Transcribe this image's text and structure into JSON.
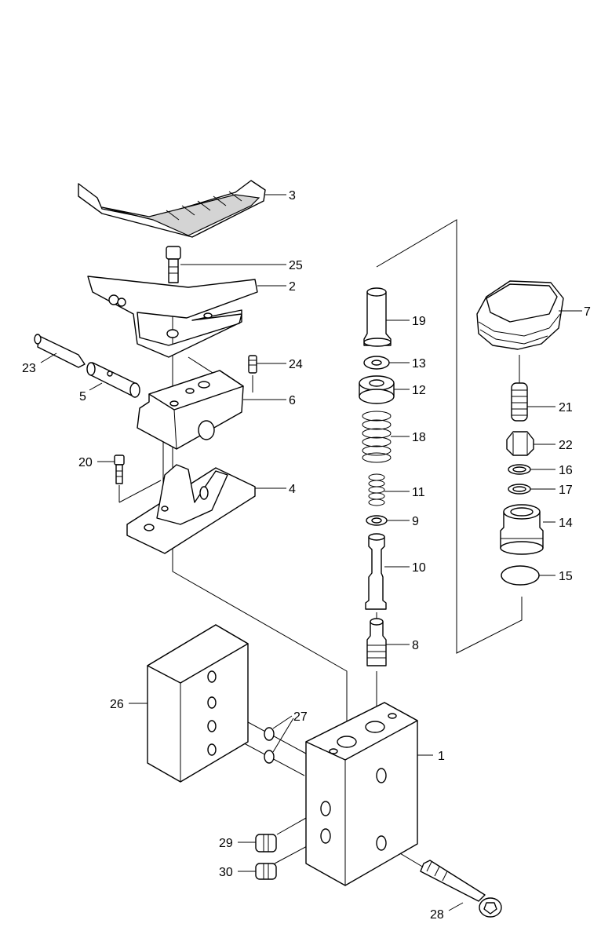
{
  "callouts": [
    {
      "id": "1",
      "text": "1"
    },
    {
      "id": "2",
      "text": "2"
    },
    {
      "id": "3",
      "text": "3"
    },
    {
      "id": "4",
      "text": "4"
    },
    {
      "id": "5",
      "text": "5"
    },
    {
      "id": "6",
      "text": "6"
    },
    {
      "id": "7",
      "text": "7"
    },
    {
      "id": "8",
      "text": "8"
    },
    {
      "id": "9",
      "text": "9"
    },
    {
      "id": "10",
      "text": "10"
    },
    {
      "id": "11",
      "text": "11"
    },
    {
      "id": "12",
      "text": "12"
    },
    {
      "id": "13",
      "text": "13"
    },
    {
      "id": "14",
      "text": "14"
    },
    {
      "id": "15",
      "text": "15"
    },
    {
      "id": "16",
      "text": "16"
    },
    {
      "id": "17",
      "text": "17"
    },
    {
      "id": "18",
      "text": "18"
    },
    {
      "id": "19",
      "text": "19"
    },
    {
      "id": "20",
      "text": "20"
    },
    {
      "id": "21",
      "text": "21"
    },
    {
      "id": "22",
      "text": "22"
    },
    {
      "id": "23",
      "text": "23"
    },
    {
      "id": "24",
      "text": "24"
    },
    {
      "id": "25",
      "text": "25"
    },
    {
      "id": "26",
      "text": "26"
    },
    {
      "id": "27",
      "text": "27"
    },
    {
      "id": "28",
      "text": "28"
    },
    {
      "id": "29",
      "text": "29"
    },
    {
      "id": "30",
      "text": "30"
    }
  ]
}
